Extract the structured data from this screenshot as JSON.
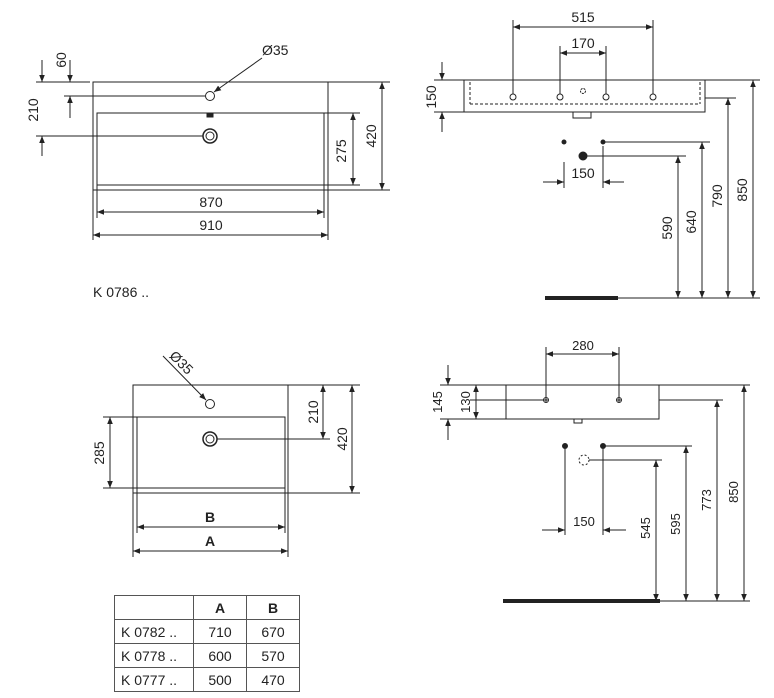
{
  "top": {
    "model_label": "K 0786 ..",
    "plan": {
      "dims": {
        "d60": "60",
        "d210": "210",
        "hole_dia": "Ø35",
        "d275": "275",
        "d420": "420",
        "d870": "870",
        "d910": "910"
      }
    },
    "elevation": {
      "dims": {
        "d515": "515",
        "d170": "170",
        "d150_top": "150",
        "d150_side": "150",
        "d590": "590",
        "d640": "640",
        "d790": "790",
        "d850": "850"
      }
    }
  },
  "bottom": {
    "plan": {
      "dims": {
        "hole_dia": "Ø35",
        "d210": "210",
        "d285": "285",
        "d420": "420",
        "B": "B",
        "A": "A"
      }
    },
    "elevation": {
      "dims": {
        "d280": "280",
        "d145": "145",
        "d130": "130",
        "d150": "150",
        "d545": "545",
        "d595": "595",
        "d773": "773",
        "d850": "850"
      }
    }
  },
  "table": {
    "headers": [
      "",
      "A",
      "B"
    ],
    "rows": [
      [
        "K 0782 ..",
        "710",
        "670"
      ],
      [
        "K 0778 ..",
        "600",
        "570"
      ],
      [
        "K 0777 ..",
        "500",
        "470"
      ]
    ]
  }
}
